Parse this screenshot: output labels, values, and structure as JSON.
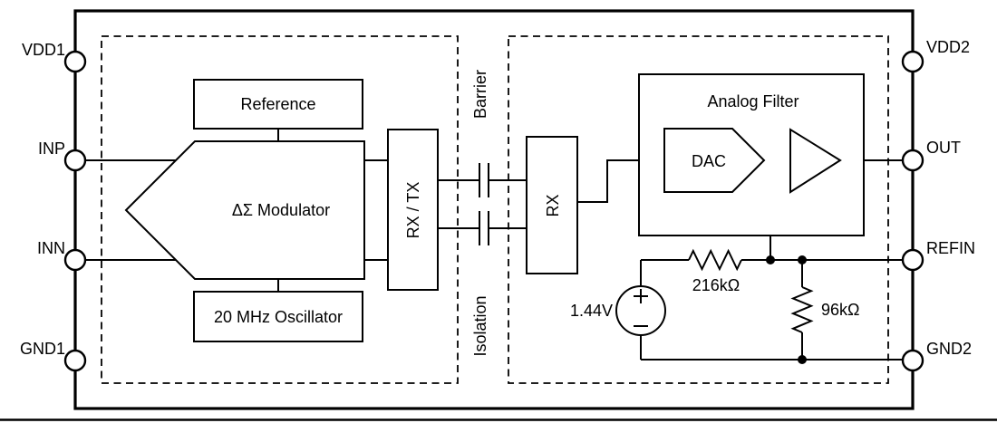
{
  "figure": {
    "pins_left": [
      {
        "label": "VDD1"
      },
      {
        "label": "INP"
      },
      {
        "label": "INN"
      },
      {
        "label": "GND1"
      }
    ],
    "pins_right": [
      {
        "label": "VDD2"
      },
      {
        "label": "OUT"
      },
      {
        "label": "REFIN"
      },
      {
        "label": "GND2"
      }
    ],
    "blocks": {
      "reference": "Reference",
      "modulator": "ΔΣ Modulator",
      "oscillator": "20 MHz Oscillator",
      "rxtx": "RX / TX",
      "rx": "RX",
      "analog_filter": "Analog Filter",
      "dac": "DAC"
    },
    "isolation": {
      "barrier": "Barrier",
      "isolation": "Isolation"
    },
    "components": {
      "vsource": "1.44V",
      "r_series": "216kΩ",
      "r_shunt": "96kΩ"
    },
    "colors": {
      "line": "#000000",
      "background": "#ffffff"
    }
  }
}
